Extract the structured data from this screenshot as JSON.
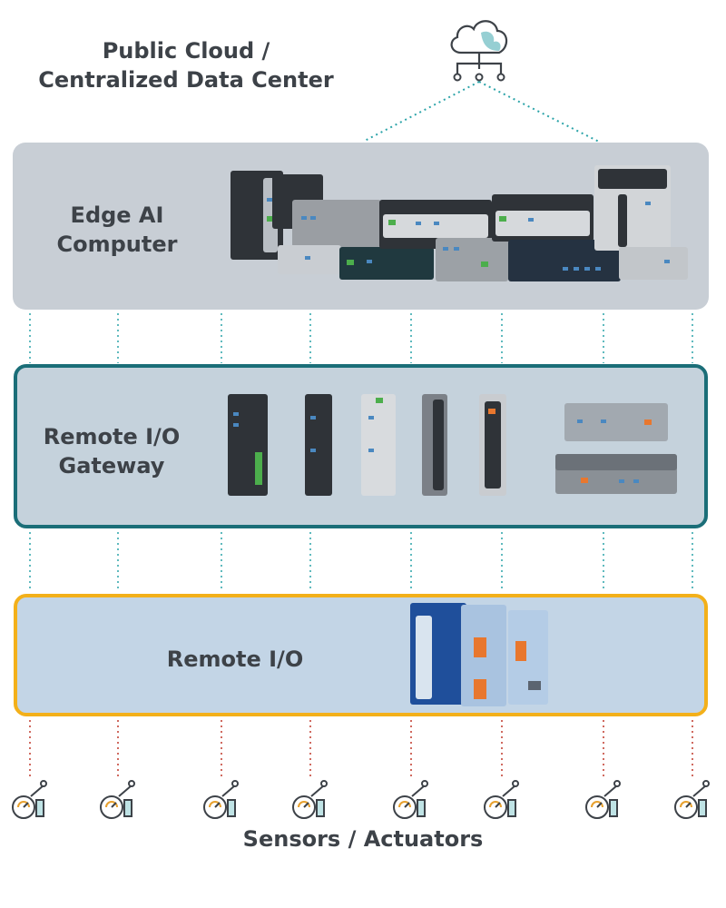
{
  "cloud": {
    "title_line1": "Public Cloud /",
    "title_line2": "Centralized Data Center",
    "icon": "cloud-network-icon"
  },
  "tiers": {
    "edge": {
      "line1": "Edge AI",
      "line2": "Computer",
      "accent": "#c8ced5"
    },
    "gateway": {
      "line1": "Remote I/O",
      "line2": "Gateway",
      "accent": "#1b6e78"
    },
    "remote_io": {
      "label": "Remote I/O",
      "accent": "#f3b01a"
    }
  },
  "sensors": {
    "label": "Sensors / Actuators",
    "icon": "gauge-sensor-icon",
    "count": 8
  },
  "colors": {
    "link_teal": "#2aa3a8",
    "link_red": "#c0392b"
  }
}
